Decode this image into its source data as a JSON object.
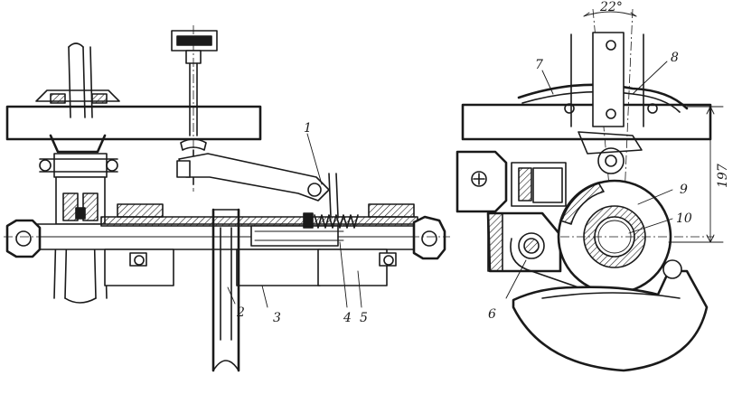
{
  "callouts": {
    "c1": "1",
    "c2": "2",
    "c3": "3",
    "c4": "4",
    "c5": "5",
    "c6": "6",
    "c7": "7",
    "c8": "8",
    "c9": "9",
    "c10": "10"
  },
  "dimensions": {
    "angle": "22°",
    "height": "197"
  }
}
